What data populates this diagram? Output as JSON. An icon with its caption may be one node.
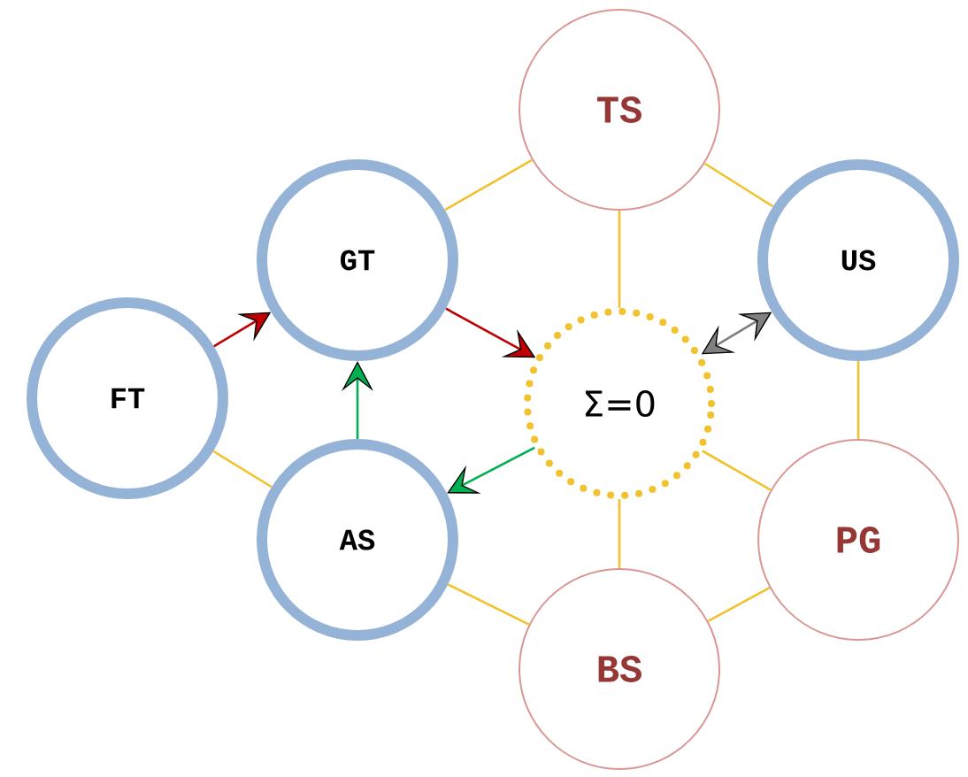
{
  "diagram": {
    "nodes": [
      {
        "text": [
          "TS"
        ]
      },
      {
        "text": [
          "GT"
        ]
      },
      {
        "text": [
          "US"
        ]
      },
      {
        "text": [
          "FT"
        ]
      },
      {
        "text": [
          "Σ=0"
        ]
      },
      {
        "text": [
          "AS"
        ]
      },
      {
        "text": [
          "PG"
        ]
      },
      {
        "text": [
          "BS"
        ]
      }
    ],
    "edges": [
      {
        "from": 0,
        "to": 1,
        "arrow": "none"
      },
      {
        "from": 0,
        "to": 2,
        "arrow": "none"
      },
      {
        "from": 0,
        "to": 4,
        "arrow": "none"
      },
      {
        "from": 2,
        "to": 6,
        "arrow": "none"
      },
      {
        "from": 4,
        "to": 7,
        "arrow": "none"
      },
      {
        "from": 5,
        "to": 7,
        "arrow": "none"
      },
      {
        "from": 7,
        "to": 6,
        "arrow": "none"
      },
      {
        "from": 3,
        "to": 5,
        "arrow": "none"
      },
      {
        "from": 4,
        "to": 6,
        "arrow": "none"
      },
      {
        "from": 3,
        "to": 1,
        "arrow": "to",
        "color": "#c00000"
      },
      {
        "from": 1,
        "to": 4,
        "arrow": "to",
        "color": "#c00000"
      },
      {
        "from": 5,
        "to": 1,
        "arrow": "to",
        "color": "#00b050"
      },
      {
        "from": 4,
        "to": 5,
        "arrow": "to",
        "color": "#00b050"
      },
      {
        "from": 4,
        "to": 2,
        "arrow": "both",
        "color": "#808080"
      }
    ]
  }
}
